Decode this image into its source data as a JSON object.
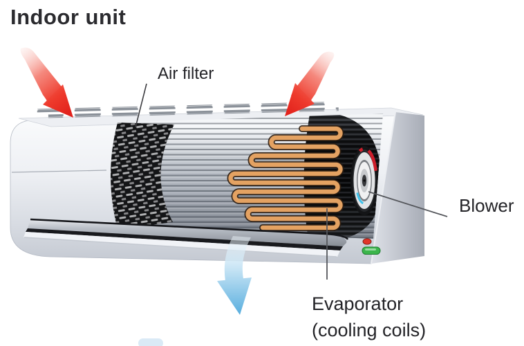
{
  "title": "Indoor unit",
  "labels": {
    "air_filter": "Air filter",
    "blower": "Blower",
    "evaporator": "Evaporator",
    "evaporator_sub": "(cooling coils)"
  },
  "arrows": [
    {
      "name": "warm-air-in-left",
      "meaning": "air drawn into top vents",
      "direction": "down-right",
      "color": "#ee3a2c"
    },
    {
      "name": "warm-air-in-right",
      "meaning": "air drawn into top vents",
      "direction": "down-left",
      "color": "#ee3a2c"
    },
    {
      "name": "cool-air-out",
      "meaning": "cooled air blown out of louver",
      "direction": "down",
      "color": "#58aede"
    }
  ],
  "colors": {
    "arrow_red": "#ee3a2c",
    "arrow_blue": "#58aede",
    "coil_orange": "#e4a262",
    "coil_outline": "#2b1d12",
    "indicator_red": "#e2362a",
    "indicator_green": "#3cb54b",
    "blower_accent_red": "#cf1e2b",
    "blower_accent_cyan": "#3fc3ec",
    "body_gray": "#d6dae1",
    "text": "#232327"
  }
}
